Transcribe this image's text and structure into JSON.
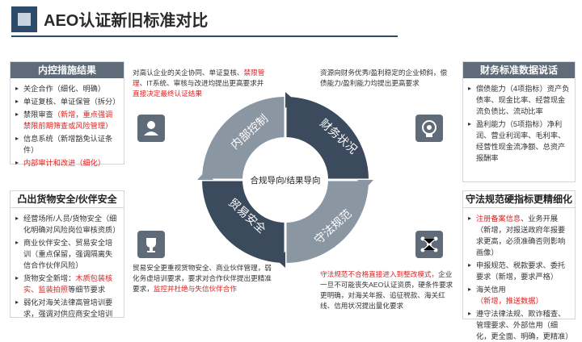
{
  "title": "AEO认证新旧标准对比",
  "center_label": "合规导向/结果导向",
  "ring": {
    "top_left": "内部控制",
    "top_right": "财务状况",
    "bottom_left": "贸易安全",
    "bottom_right": "守法规范"
  },
  "panels": {
    "internal_control": {
      "header": "内控措施结果",
      "items": [
        {
          "text": "关企合作（细化、明确）",
          "red": false
        },
        {
          "text": "单证复核、单证保管（拆分）",
          "red": false
        },
        {
          "text_a": "禁限审查",
          "text_b": "（新增，重点强调禁限前期筛查或风险管理）",
          "mixed": true
        },
        {
          "text": "信息系统（新增豁免认证条件）",
          "red": false
        },
        {
          "text": "内部审计和改进（细化）",
          "red": true
        }
      ]
    },
    "financial": {
      "header": "财务标准数据说话",
      "items": [
        {
          "text": "偿债能力（4项指标）资产负债率、现金比率、经营现金流负债比、流动比率"
        },
        {
          "text": "盈利能力（5项指标）净利润、营业利润率、毛利率、经营性现金流净额、总资产报酬率"
        }
      ]
    },
    "trade_security": {
      "header": "凸出货物安全/伙伴安全",
      "items": [
        {
          "text": "经营场所/人员/货物安全（细化明确对风险岗位审核资质）"
        },
        {
          "text": "商业伙伴安全、贸易安全培训（重点保留，强调隔离失信合作伙伴风险）"
        },
        {
          "text_a": "货物安全新增：",
          "text_b": "木质包装核实、监装拍照",
          "text_c": "等细节要求",
          "mixed": true
        },
        {
          "text": "弱化对海关法律高管培训要求，强调对供应商安全培训"
        }
      ]
    },
    "compliance": {
      "header": "守法规范硬指标更精细化",
      "items": [
        {
          "text_a": "注册备案信息",
          "text_b": "、业务开展（新增，对报送政府年报要求更高，必须准确否则影响画像）",
          "red_first": true
        },
        {
          "text": "申报规范、税款要求、委托要求（新增，要求严格）",
          "red_first": false
        },
        {
          "text_a": "海关信用",
          "text_b": "（新增，推送数据）",
          "red_second": true
        },
        {
          "text": "遵守法律法规、欺诈稽查、管理要求、外部信用（细化，更全面、明确，更精准）",
          "red_first": false
        }
      ]
    }
  },
  "descriptions": {
    "top_left": {
      "a": "对高认企业的关企协同、单证复核、",
      "b": "禁限管理",
      "c": "、IT系统、审核与改进均提出更高要求并",
      "d": "直接决定最终认证结果"
    },
    "top_right": "资源向财务优秀/盈利稳定的企业倾斜，偿债能力/盈利能力均提出更高要求",
    "bottom_left": {
      "a": "贸易安全更重视货物安全、商业伙伴管理，弱化务虚培训要求，要求对合作伙伴提出更精准要求，",
      "b": "监控并杜绝与失信伙伴合作"
    },
    "bottom_right": {
      "a": "守法规范不合格直接进入到整改模式，",
      "b": "企业一旦不可能丧失AEO认证资质，",
      "c": "硬条件要求更明确，对海关年报、追征税款、海关红线、信用状况提出量化要求"
    }
  },
  "colors": {
    "dark": "#5f6b78",
    "red": "#c0392b",
    "ring_dark": "#3b4a5c",
    "ring_light": "#8b96a3"
  },
  "icons": [
    "person-icon",
    "brain-gear-icon",
    "trophy-icon",
    "network-icon"
  ]
}
